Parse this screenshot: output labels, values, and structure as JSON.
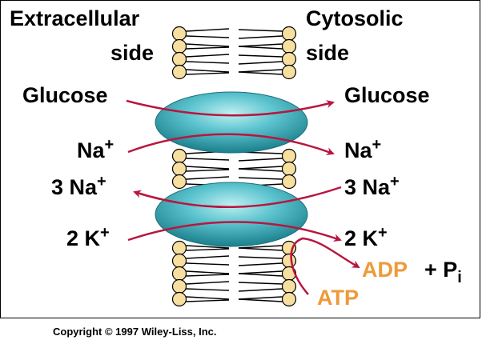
{
  "labels": {
    "extracellular_line1": "Extracellular",
    "extracellular_line2": "side",
    "cytosolic_line1": "Cytosolic",
    "cytosolic_line2": "side",
    "glucose_left": "Glucose",
    "glucose_right": "Glucose",
    "na_left": "Na",
    "na_right": "Na",
    "na3_left": "3 Na",
    "na3_right": "3 Na",
    "k2_left": "2 K",
    "k2_right": "2 K",
    "plus": "+",
    "adp": "ADP",
    "plus_pi": "+ P",
    "pi_sub": "i",
    "atp": "ATP"
  },
  "copyright": "Copyright © 1997 Wiley-Liss, Inc.",
  "colors": {
    "lipid_head": "#f7dfa0",
    "protein": "#4db8c6",
    "arrow": "#b8163e",
    "atp_adp": "#ee9a3a"
  }
}
